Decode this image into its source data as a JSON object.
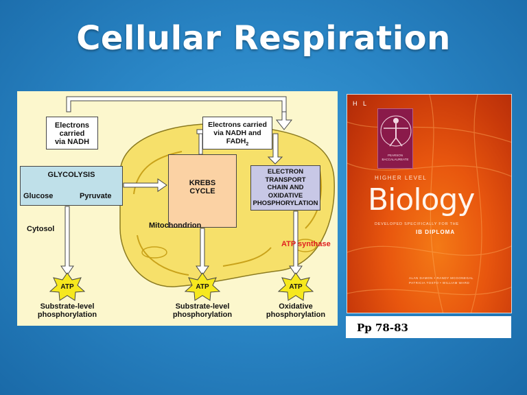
{
  "slide": {
    "title": "Cellular Respiration",
    "caption": "Pp 78-83"
  },
  "diagram": {
    "electrons_nadh": [
      "Electrons",
      "carried",
      "via NADH"
    ],
    "electrons_nadh_fadh": [
      "Electrons carried",
      "via NADH and",
      "FADH"
    ],
    "fadh_subscript": "2",
    "glycolysis": "GLYCOLYSIS",
    "glucose": "Glucose",
    "pyruvate": "Pyruvate",
    "krebs": [
      "KREBS",
      "CYCLE"
    ],
    "etc": [
      "ELECTRON",
      "TRANSPORT",
      "CHAIN AND",
      "OXIDATIVE",
      "PHOSPHORYLATION"
    ],
    "cytosol": "Cytosol",
    "mitochondrion": "Mitochondrion",
    "atp_synthase": "ATP synthase",
    "atp": "ATP",
    "outputs": [
      [
        "Substrate-level",
        "phosphorylation"
      ],
      [
        "Substrate-level",
        "phosphorylation"
      ],
      [
        "Oxidative",
        "phosphorylation"
      ]
    ],
    "colors": {
      "background": "#fcf7cd",
      "mitochondrion": "#f6e06a",
      "glycolysis_box": "#bfe0e9",
      "krebs_box": "#fbd2a4",
      "etc_box": "#c8c8e6",
      "atp_star": "#f6e81e",
      "atp_synthase_text": "#e02020"
    }
  },
  "book": {
    "level_mark": "H L",
    "publisher": [
      "PEARSON",
      "BACCALAUREATE"
    ],
    "series": "HIGHER LEVEL",
    "title": "Biology",
    "subtitle": "DEVELOPED SPECIFICALLY FOR THE",
    "program": "IB DIPLOMA",
    "authors": [
      "ALAN DAMON • RANDY MCGONEGAL",
      "PATRICIA TOSTO • WILLIAM WARD"
    ],
    "colors": {
      "cover": "#e8560e",
      "emblem": "#8a1a4a"
    }
  }
}
